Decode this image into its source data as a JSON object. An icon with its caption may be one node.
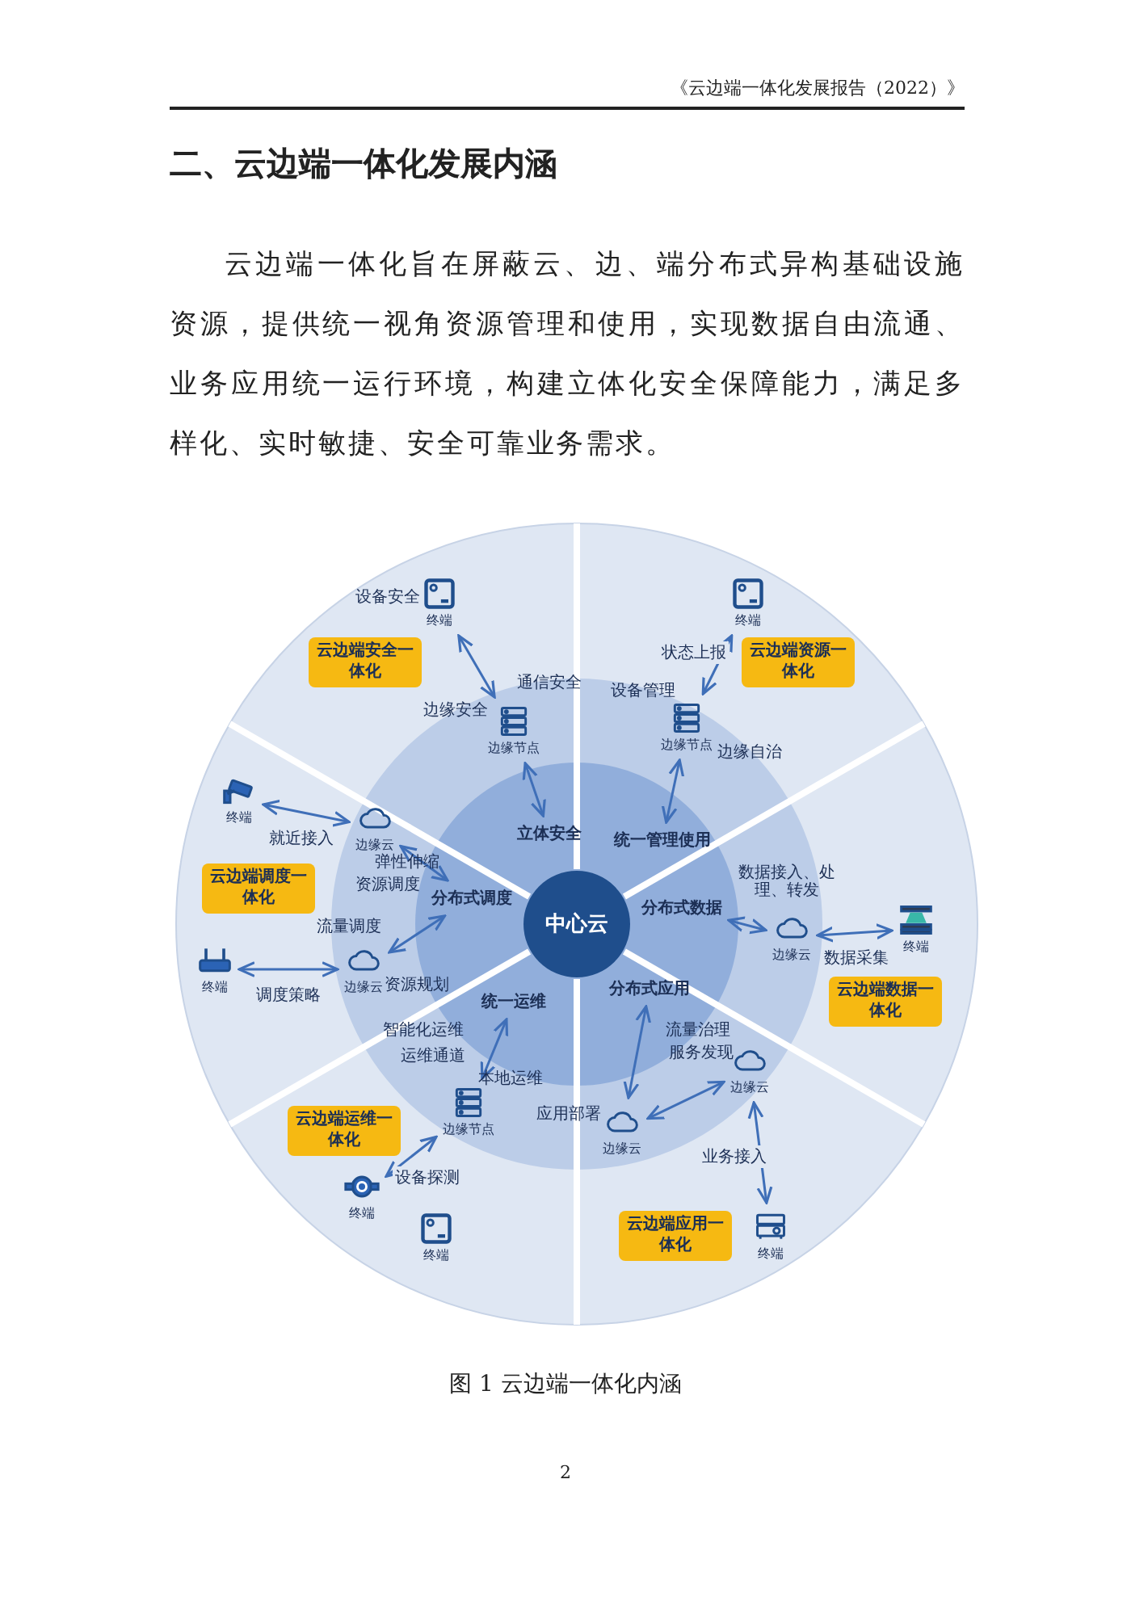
{
  "diagram": {
    "title": "二、云边端一体化发展内涵",
    "caption": "图 1 云边端一体化内涵",
    "nodes": [
      {
        "text": [
          "中心云"
        ]
      },
      {
        "text": [
          "立体安全"
        ]
      },
      {
        "text": [
          "统一管理使用"
        ]
      },
      {
        "text": [
          "分布式数据"
        ]
      },
      {
        "text": [
          "分布式应用"
        ]
      },
      {
        "text": [
          "统一运维"
        ]
      },
      {
        "text": [
          "分布式调度"
        ]
      },
      {
        "text": [
          "边缘节点"
        ]
      },
      {
        "text": [
          "终端"
        ],
        "beside": [
          "设备安全"
        ]
      },
      {
        "text": [
          "云边端安全一体化"
        ]
      },
      {
        "text": [
          "终端"
        ]
      },
      {
        "text": [
          "边缘节点"
        ]
      },
      {
        "text": [
          "云边端资源一体化"
        ]
      },
      {
        "text": [
          "边缘云"
        ],
        "beside": [
          "数据接入、处理、转发"
        ]
      },
      {
        "text": [
          "终端"
        ]
      },
      {
        "text": [
          "云边端数据一体化"
        ]
      },
      {
        "text": [
          "边缘云"
        ],
        "beside": [
          "流量治理",
          "服务发现"
        ]
      },
      {
        "text": [
          "边缘云"
        ],
        "beside": [
          "应用部署"
        ]
      },
      {
        "text": [
          "终端"
        ]
      },
      {
        "text": [
          "云边端应用一体化"
        ]
      },
      {
        "text": [
          "边缘节点"
        ]
      },
      {
        "text": [
          "终端"
        ]
      },
      {
        "text": [
          "终端"
        ]
      },
      {
        "text": [
          "云边端运维一体化"
        ]
      },
      {
        "text": [
          "边缘云"
        ],
        "beside": [
          "弹性伸缩"
        ]
      },
      {
        "text": [
          "边缘云"
        ]
      },
      {
        "text": [
          "终端"
        ]
      },
      {
        "text": [
          "终端"
        ]
      },
      {
        "text": [
          "云边端调度一体化"
        ]
      }
    ],
    "edges": [
      {
        "from": 1,
        "to": 7,
        "arrow": "both"
      },
      {
        "from": 7,
        "to": 8,
        "arrow": "both"
      },
      {
        "from": 2,
        "to": 11,
        "arrow": "both"
      },
      {
        "from": 11,
        "to": 10,
        "arrow": "both",
        "label": "状态上报"
      },
      {
        "from": 3,
        "to": 13,
        "arrow": "both"
      },
      {
        "from": 13,
        "to": 14,
        "arrow": "both",
        "label": "数据采集"
      },
      {
        "from": 4,
        "to": 17,
        "arrow": "both"
      },
      {
        "from": 17,
        "to": 16,
        "arrow": "both"
      },
      {
        "from": 16,
        "to": 18,
        "arrow": "both",
        "label": "业务接入"
      },
      {
        "from": 5,
        "to": 20,
        "arrow": "both"
      },
      {
        "from": 20,
        "to": 21,
        "arrow": "both",
        "label": "设备探测"
      },
      {
        "from": 24,
        "to": 6,
        "arrow": "both"
      },
      {
        "from": 25,
        "to": 6,
        "arrow": "both"
      },
      {
        "from": 26,
        "to": 24,
        "arrow": "both",
        "label": "就近接入"
      },
      {
        "from": 27,
        "to": 25,
        "arrow": "both",
        "label": "调度策略"
      }
    ],
    "labels": [
      "《云边端一体化发展报告（2022）》",
      "云边端一体化旨在屏蔽云、边、端分布式异构基础设施资源，提供统一视角资源管理和使用，实现数据自由流通、业务应用统一运行环境，构建立体化安全保障能力，满足多样化、实时敏捷、安全可靠业务需求。",
      "通信安全",
      "边缘安全",
      "设备管理",
      "边缘自治",
      "智能化运维",
      "运维通道",
      "本地运维",
      "资源调度",
      "流量调度",
      "资源规划",
      "2"
    ]
  }
}
